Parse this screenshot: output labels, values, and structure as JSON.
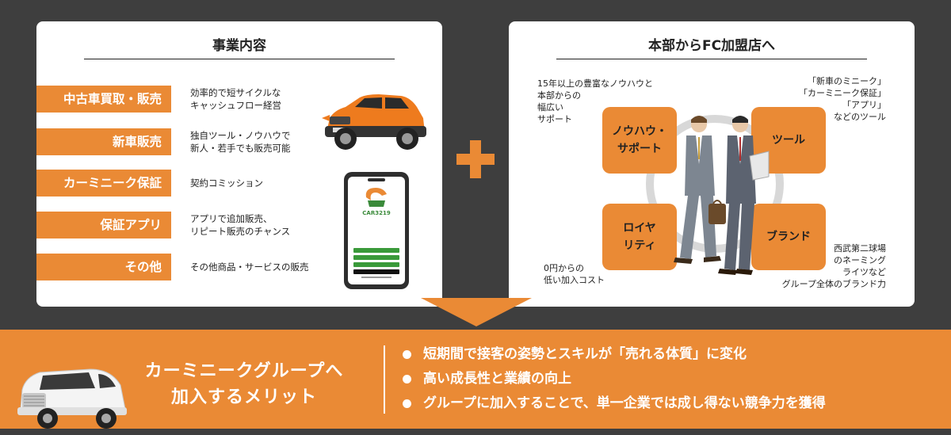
{
  "left_card": {
    "title": "事業内容",
    "rows": [
      {
        "label": "中古車買取・販売",
        "desc_line1": "効率的で短サイクルな",
        "desc_line2": "キャッシュフロー経営"
      },
      {
        "label": "新車販売",
        "desc_line1": "独自ツール・ノウハウで",
        "desc_line2": "新人・若手でも販売可能"
      },
      {
        "label": "カーミニーク保証",
        "desc_line1": "契約コミッション",
        "desc_line2": ""
      },
      {
        "label": "保証アプリ",
        "desc_line1": "アプリで追加販売、",
        "desc_line2": "リピート販売のチャンス"
      },
      {
        "label": "その他",
        "desc_line1": "その他商品・サービスの販売",
        "desc_line2": ""
      }
    ],
    "app_logo": "CAR3219"
  },
  "right_card": {
    "title": "本部からFC加盟店へ",
    "quadrants": {
      "knowhow": {
        "line1": "ノウハウ・",
        "line2": "サポート"
      },
      "tool": {
        "line1": "ツール",
        "line2": ""
      },
      "royalty": {
        "line1": "ロイヤ",
        "line2": "リティ"
      },
      "brand": {
        "line1": "ブランド",
        "line2": ""
      }
    },
    "notes": {
      "top_left": [
        "15年以上の豊富なノウハウと",
        "本部からの",
        "幅広い",
        "サポート"
      ],
      "top_right": [
        "「新車のミニーク」",
        "「カーミニーク保証」",
        "「アプリ」",
        "などのツール"
      ],
      "bottom_left": [
        "0円からの",
        "低い加入コスト"
      ],
      "bottom_right": [
        "西武第二球場",
        "のネーミング",
        "ライツなど",
        "グループ全体のブランド力"
      ]
    }
  },
  "merit": {
    "title_line1": "カーミニークグループへ",
    "title_line2": "加入するメリット",
    "items": [
      "短期間で接客の姿勢とスキルが「売れる体質」に変化",
      "高い成長性と業績の向上",
      "グループに加入することで、単一企業では成し得ない競争力を獲得"
    ]
  },
  "colors": {
    "accent": "#ea8a35",
    "dark_bg": "#3e3e3e",
    "white": "#ffffff"
  }
}
